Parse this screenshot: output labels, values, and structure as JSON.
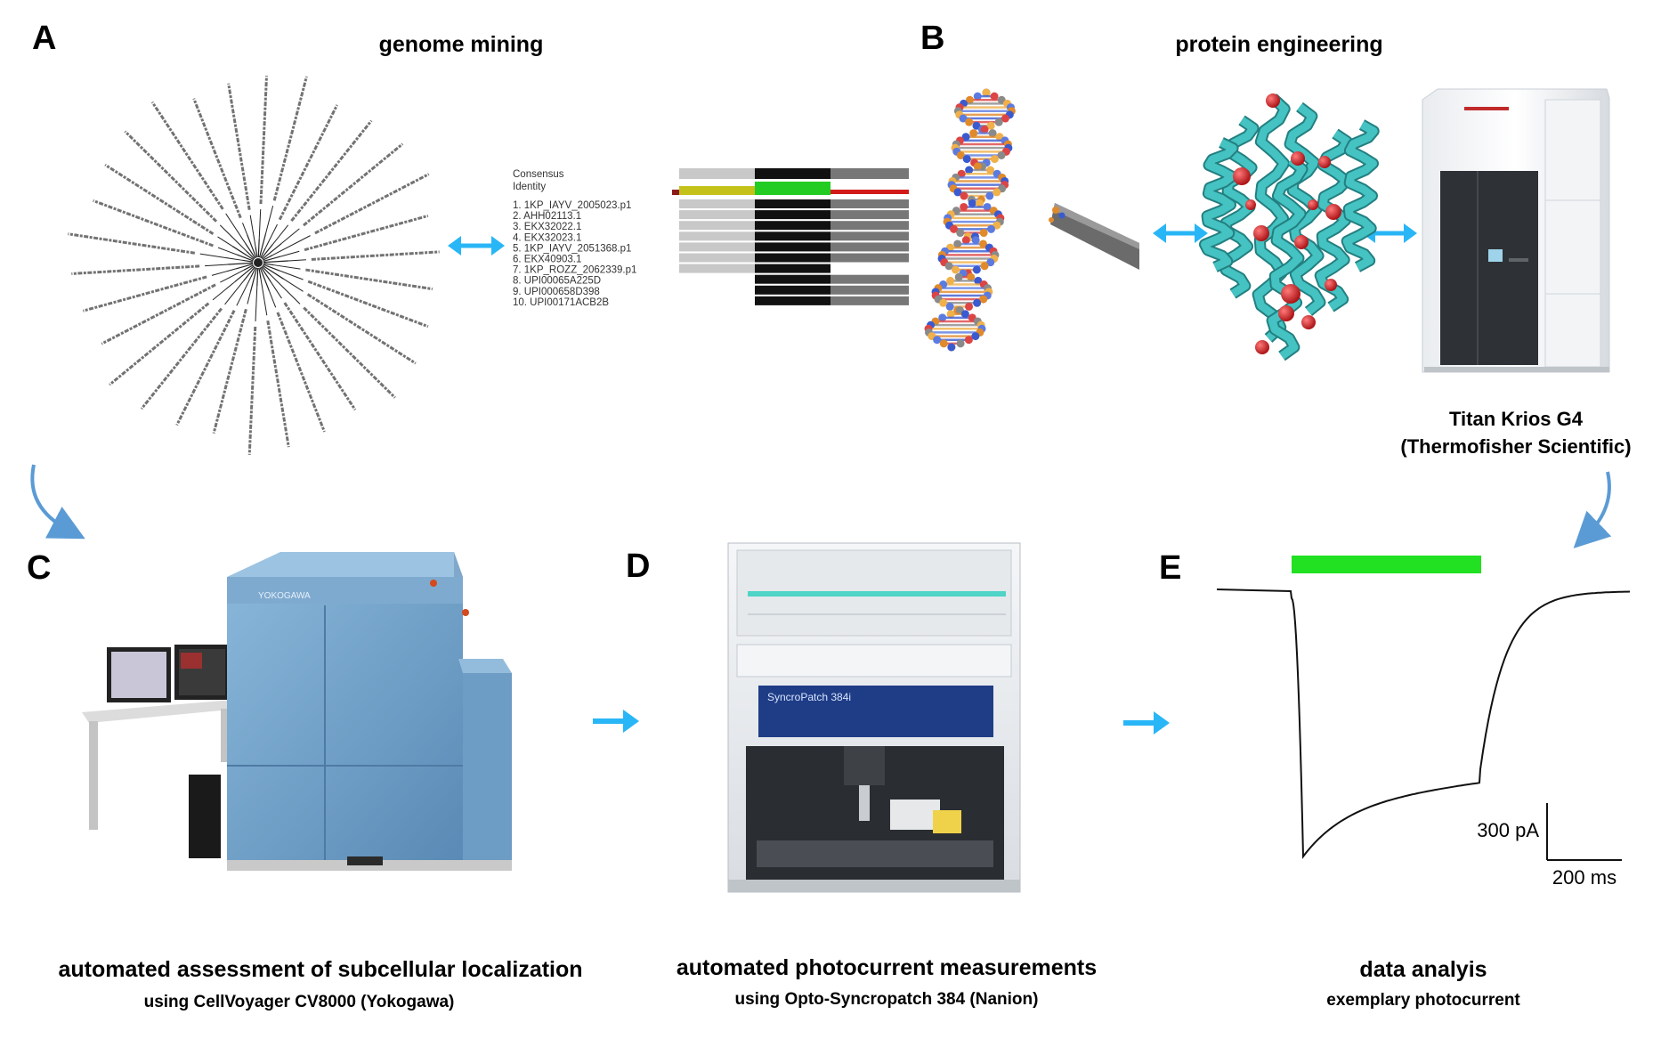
{
  "panels": [
    {
      "letter": "A",
      "title": "genome mining"
    },
    {
      "letter": "B",
      "title": "protein engineering"
    },
    {
      "letter": "C"
    },
    {
      "letter": "D"
    },
    {
      "letter": "E"
    }
  ],
  "microscope": {
    "name": "Titan Krios G4",
    "vendor": "(Thermofisher Scientific)"
  },
  "captions": {
    "c_main": "automated assessment of subcellular localization",
    "c_sub": "using CellVoyager CV8000 (Yokogawa)",
    "d_main": "automated photocurrent measurements",
    "d_sub": "using Opto-Syncropatch 384 (Nanion)",
    "e_main": "data analyis",
    "e_sub": "exemplary photocurrent"
  },
  "alignment": {
    "header_labels": [
      "Consensus",
      "Identity"
    ],
    "sequences": [
      "1. 1KP_IAYV_2005023.p1",
      "2. AHH02113.1",
      "3. EKX32022.1",
      "4. EKX32023.1",
      "5. 1KP_IAYV_2051368.p1",
      "6. EKX40903.1",
      "7. 1KP_ROZZ_2062339.p1",
      "8. UPI00065A225D",
      "9. UPI000658D398",
      "10. UPI00171ACB2B"
    ]
  },
  "scale_bar": {
    "current": "300 pA",
    "time": "200 ms"
  },
  "instrument_brands": {
    "cv8000": "YOKOGAWA",
    "syncropatch": "SyncroPatch 384i"
  },
  "colors": {
    "arrow": "#29b6f6",
    "curved_arrow": "#5b9bd5",
    "light_bar": "#22e022",
    "cv8000_body": "#6e9ec5",
    "protein": "#3fb8b8",
    "sphere": "#d3161b"
  }
}
